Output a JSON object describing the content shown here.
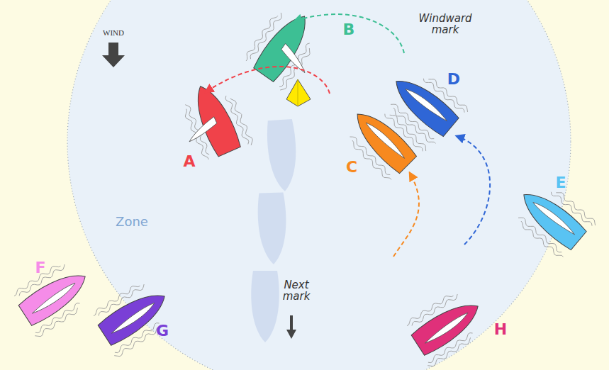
{
  "diagram": {
    "labels": [
      "WIND",
      "B",
      "Windward mark",
      "D",
      "A",
      "C",
      "E",
      "Zone",
      "F",
      "Next mark",
      "G",
      "H"
    ]
  }
}
